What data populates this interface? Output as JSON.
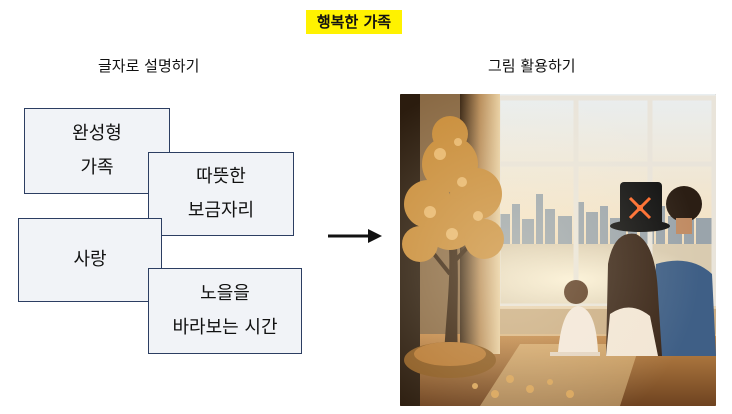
{
  "title": "행복한 가족",
  "left_heading": "글자로 설명하기",
  "right_heading": "그림 활용하기",
  "cards": [
    {
      "lines": [
        "완성형",
        "가족"
      ]
    },
    {
      "lines": [
        "따뜻한",
        "보금자리"
      ]
    },
    {
      "lines": [
        "사랑"
      ]
    },
    {
      "lines": [
        "노을을",
        "바라보는 시간"
      ]
    }
  ],
  "colors": {
    "highlight": "#fff200",
    "card_fill": "#f1f3f7",
    "card_border": "#2c3e62"
  },
  "icons": [
    "right-arrow-icon"
  ]
}
